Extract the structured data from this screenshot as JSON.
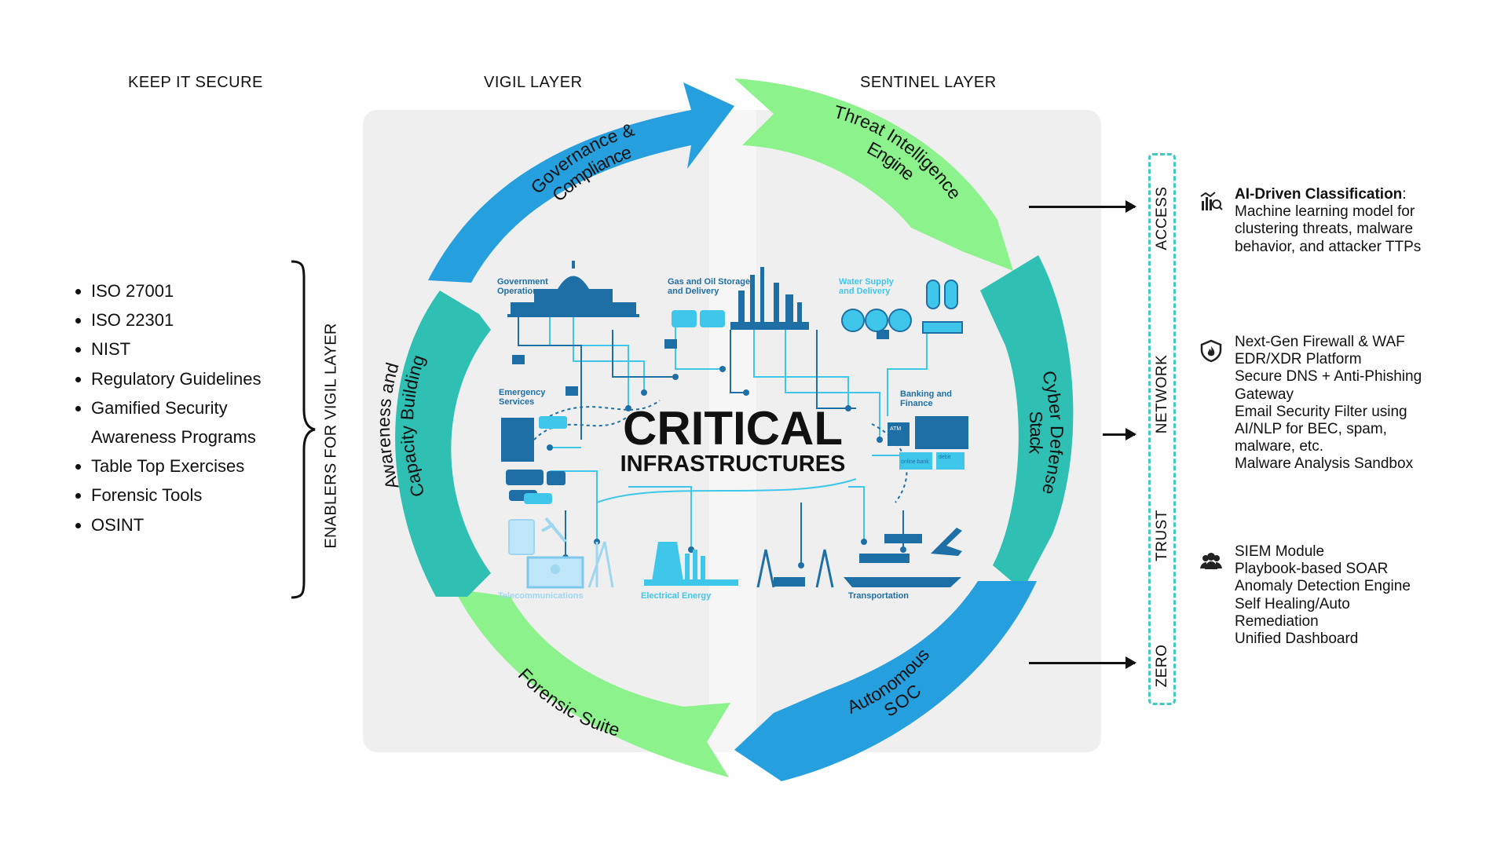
{
  "headings": {
    "keep_it_secure": "KEEP IT SECURE",
    "vigil_layer": "VIGIL LAYER",
    "sentinel_layer": "SENTINEL LAYER"
  },
  "enablers": {
    "items": [
      "ISO 27001",
      "ISO 22301",
      "NIST",
      "Regulatory Guidelines",
      "Gamified Security",
      "Awareness Programs",
      "Table Top Exercises",
      "Forensic Tools",
      "OSINT"
    ],
    "brace_label": "ENABLERS FOR VIGIL LAYER"
  },
  "cycle": {
    "governance": [
      "Governance &",
      "Compliance"
    ],
    "threat_intel": [
      "Threat Intelligence",
      "Engine"
    ],
    "cyber_defense": [
      "Cyber Defense",
      "Stack"
    ],
    "autonomous_soc": [
      "Autonomous",
      "SOC"
    ],
    "forensic": [
      "Forensic Suite"
    ],
    "awareness": [
      "Awareness and",
      "Capacity Building"
    ]
  },
  "center": {
    "title": "CRITICAL",
    "subtitle": "INFRASTRUCTURES",
    "sectors": {
      "government": [
        "Government",
        "Operations"
      ],
      "gas_oil": [
        "Gas and Oil Storage",
        "and Delivery"
      ],
      "water": [
        "Water Supply",
        "and Delivery"
      ],
      "emergency": [
        "Emergency",
        "Services"
      ],
      "banking": [
        "Banking and",
        "Finance"
      ],
      "telecom": "Telecommunications",
      "electrical": "Electrical Energy",
      "transportation": "Transportation",
      "atm": "ATM",
      "online_bank": "online bank",
      "debit": "debit"
    }
  },
  "zero_trust": {
    "words": [
      "ACCESS",
      "NETWORK",
      "TRUST",
      "ZERO"
    ]
  },
  "features": [
    {
      "icon": "chart-magnifier-icon",
      "title": "AI-Driven Classification",
      "lines": [
        "Machine learning model for",
        "clustering threats, malware",
        "behavior, and attacker TTPs"
      ]
    },
    {
      "icon": "shield-fire-icon",
      "lines": [
        "Next-Gen Firewall & WAF",
        "EDR/XDR Platform",
        "Secure DNS + Anti-Phishing",
        "Gateway",
        "Email Security Filter using",
        "AI/NLP for BEC, spam,",
        "malware, etc.",
        "Malware Analysis Sandbox"
      ]
    },
    {
      "icon": "team-icon",
      "lines": [
        "SIEM Module",
        "Playbook-based SOAR",
        "Anomaly Detection Engine",
        "Self Healing/Auto",
        "Remediation",
        "Unified Dashboard"
      ]
    }
  ],
  "colors": {
    "blue": "#269fde",
    "teal": "#2fbfb3",
    "green": "#8cf28c",
    "panel": "#efefef",
    "center_blue": "#1e6fa6",
    "light_blue": "#3ec7ea",
    "dashed": "#45c7c2"
  }
}
